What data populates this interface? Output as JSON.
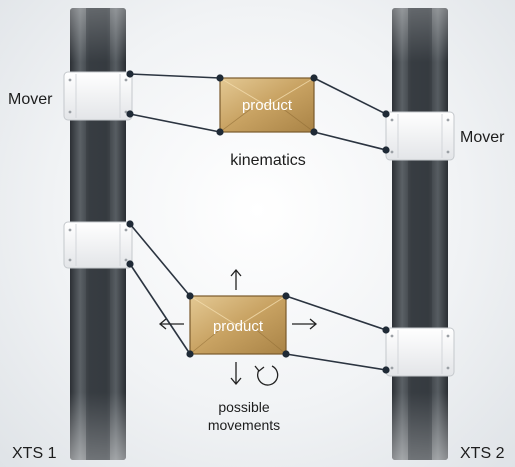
{
  "labels": {
    "mover_left": "Mover",
    "mover_right": "Mover",
    "kinematics": "kinematics",
    "possible_line1": "possible",
    "possible_line2": "movements",
    "xts1": "XTS 1",
    "xts2": "XTS 2"
  },
  "product_labels": [
    "product",
    "product"
  ],
  "colors": {
    "track_dark": "#3c4146",
    "track_light": "#a8adb2",
    "mover_body": "#f6f6f6",
    "mover_edge": "#c9ccd0",
    "product_gold": "#c9a66b",
    "product_dark": "#8e6b34",
    "link_line": "#2b3440",
    "joint": "#1f2a36",
    "arrow": "#222222"
  },
  "icons": [
    "up-arrow-icon",
    "down-arrow-icon",
    "left-arrow-icon",
    "right-arrow-icon",
    "rotate-arrow-icon"
  ]
}
